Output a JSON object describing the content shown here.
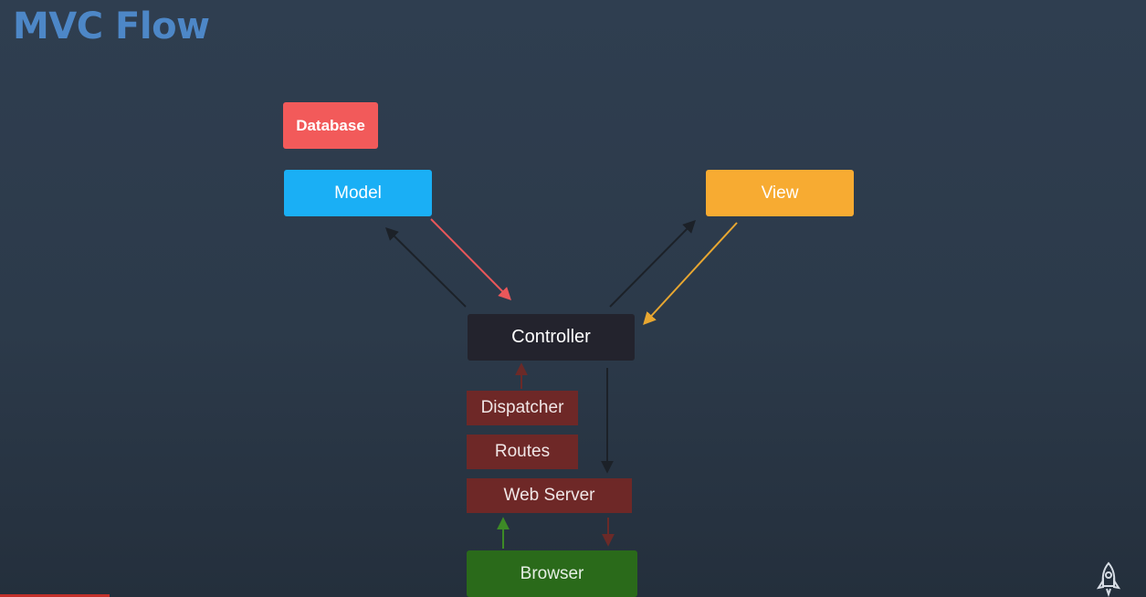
{
  "title": "MVC Flow",
  "nodes": {
    "database": "Database",
    "model": "Model",
    "view": "View",
    "controller": "Controller",
    "dispatcher": "Dispatcher",
    "routes": "Routes",
    "web_server": "Web Server",
    "browser": "Browser"
  },
  "colors": {
    "title": "#4d87c7",
    "database": "#f25a5a",
    "model": "#1aaff5",
    "view": "#f7ab32",
    "controller": "#23232d",
    "request_stack": "#6e2827",
    "browser": "#2a6a1a"
  },
  "icons": {
    "corner_logo": "rocket-icon"
  }
}
